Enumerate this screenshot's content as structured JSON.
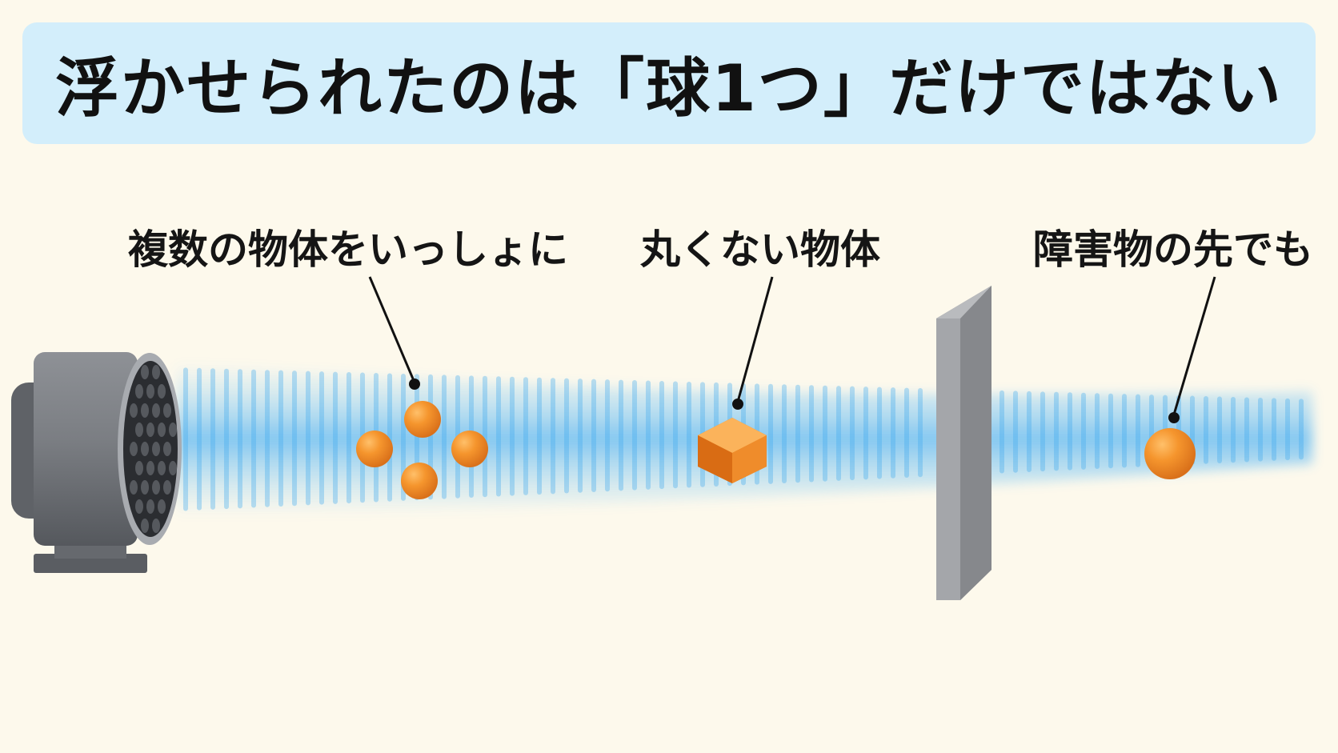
{
  "title": "浮かせられたのは「球1つ」だけではない",
  "labels": {
    "multiple_objects": "複数の物体をいっしょに",
    "non_round_object": "丸くない物体",
    "beyond_obstacle": "障害物の先でも"
  },
  "icons": {
    "emitter": "acoustic-transducer-array-icon",
    "spheres": "orange-sphere-icon",
    "cube": "orange-cube-icon",
    "wall": "gray-wall-icon"
  },
  "colors": {
    "background": "#fdf9ec",
    "title_banner": "#d3eefb",
    "beam": "#5fb8f2",
    "object": "#f08f28",
    "device": "#7d8085",
    "wall": "#9a9ca0"
  }
}
